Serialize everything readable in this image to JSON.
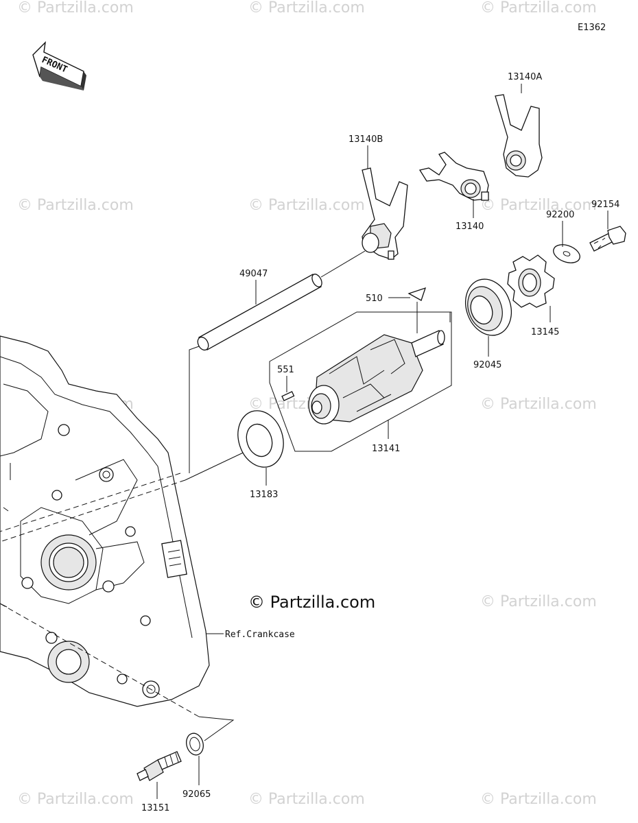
{
  "diagram_code": "E1362",
  "front_label": "FRONT",
  "copyright_main": "© Partzilla.com",
  "watermark_text": "© Partzilla.com",
  "ref_label": "Ref.Crankcase",
  "parts": {
    "p13140A": "13140A",
    "p13140B": "13140B",
    "p13140": "13140",
    "p92154": "92154",
    "p92200": "92200",
    "p49047": "49047",
    "p510": "510",
    "p551": "551",
    "p13145": "13145",
    "p92045": "92045",
    "p13141": "13141",
    "p13183": "13183",
    "p92065": "92065",
    "p13151": "13151"
  }
}
